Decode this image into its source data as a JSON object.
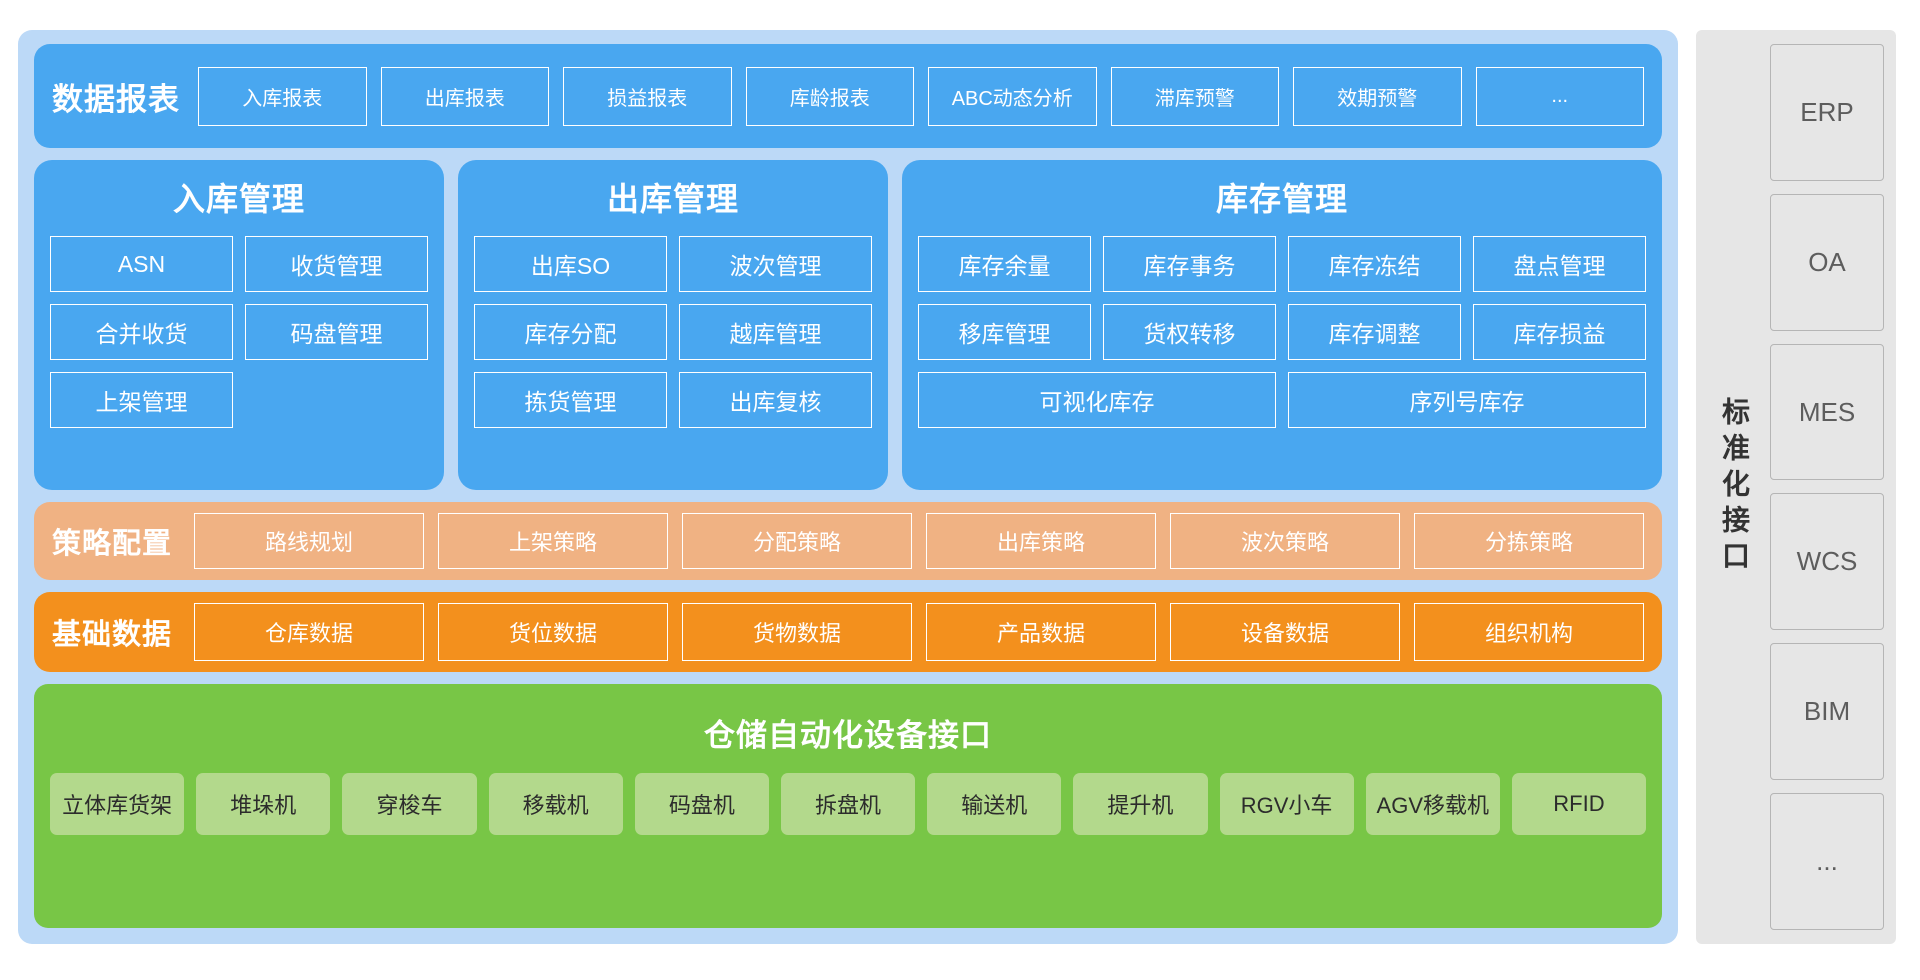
{
  "diagram": {
    "reports": {
      "title": "数据报表",
      "items": [
        "入库报表",
        "出库报表",
        "损益报表",
        "库龄报表",
        "ABC动态分析",
        "滞库预警",
        "效期预警",
        "..."
      ]
    },
    "columns": [
      {
        "title": "入库管理",
        "items": [
          "ASN",
          "收货管理",
          "合并收货",
          "码盘管理",
          "上架管理"
        ]
      },
      {
        "title": "出库管理",
        "items": [
          "出库SO",
          "波次管理",
          "库存分配",
          "越库管理",
          "拣货管理",
          "出库复核"
        ]
      },
      {
        "title": "库存管理",
        "items": [
          "库存余量",
          "库存事务",
          "库存冻结",
          "盘点管理",
          "移库管理",
          "货权转移",
          "库存调整",
          "库存损益"
        ],
        "wide_items": [
          "可视化库存",
          "序列号库存"
        ]
      }
    ],
    "strategy": {
      "title": "策略配置",
      "items": [
        "路线规划",
        "上架策略",
        "分配策略",
        "出库策略",
        "波次策略",
        "分拣策略"
      ]
    },
    "basedata": {
      "title": "基础数据",
      "items": [
        "仓库数据",
        "货位数据",
        "货物数据",
        "产品数据",
        "设备数据",
        "组织机构"
      ]
    },
    "equipment": {
      "title": "仓储自动化设备接口",
      "items": [
        "立体库货架",
        "堆垛机",
        "穿梭车",
        "移载机",
        "码盘机",
        "拆盘机",
        "输送机",
        "提升机",
        "RGV小车",
        "AGV移载机",
        "RFID"
      ]
    },
    "interface": {
      "label": "标准化接口",
      "items": [
        "ERP",
        "OA",
        "MES",
        "WCS",
        "BIM",
        "..."
      ]
    },
    "colors": {
      "panel_bg": "#bcd9f7",
      "blue": "#49a7f0",
      "light_orange": "#f0b283",
      "orange": "#f3901d",
      "green": "#78c646",
      "green_chip": "#b3d98c",
      "gray": "#e6e6e6"
    }
  }
}
